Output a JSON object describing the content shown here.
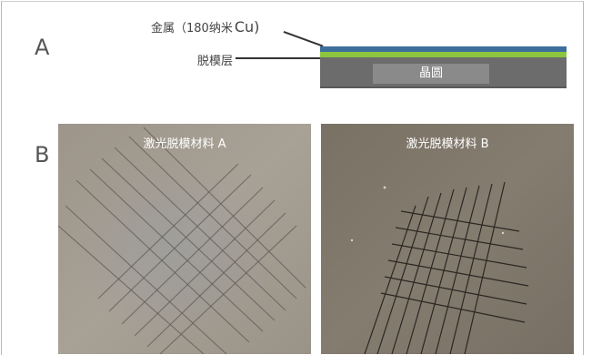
{
  "panel_a": {
    "letter": "A",
    "metal_label": "金属（180纳米",
    "metal_label_cu": "Cu)",
    "release_label": "脱模层",
    "wafer_label": "晶圆"
  },
  "panel_b": {
    "letter": "B",
    "photo_a_title": "激光脱模材料 A",
    "photo_b_title": "激光脱模材料 B"
  },
  "colors": {
    "metal_layer": "#3e6f9c",
    "release_layer": "#8cc63e",
    "wafer": "#6c6c6c",
    "photo_a_bg": "#a29a8f",
    "photo_b_bg": "#7f7669"
  }
}
